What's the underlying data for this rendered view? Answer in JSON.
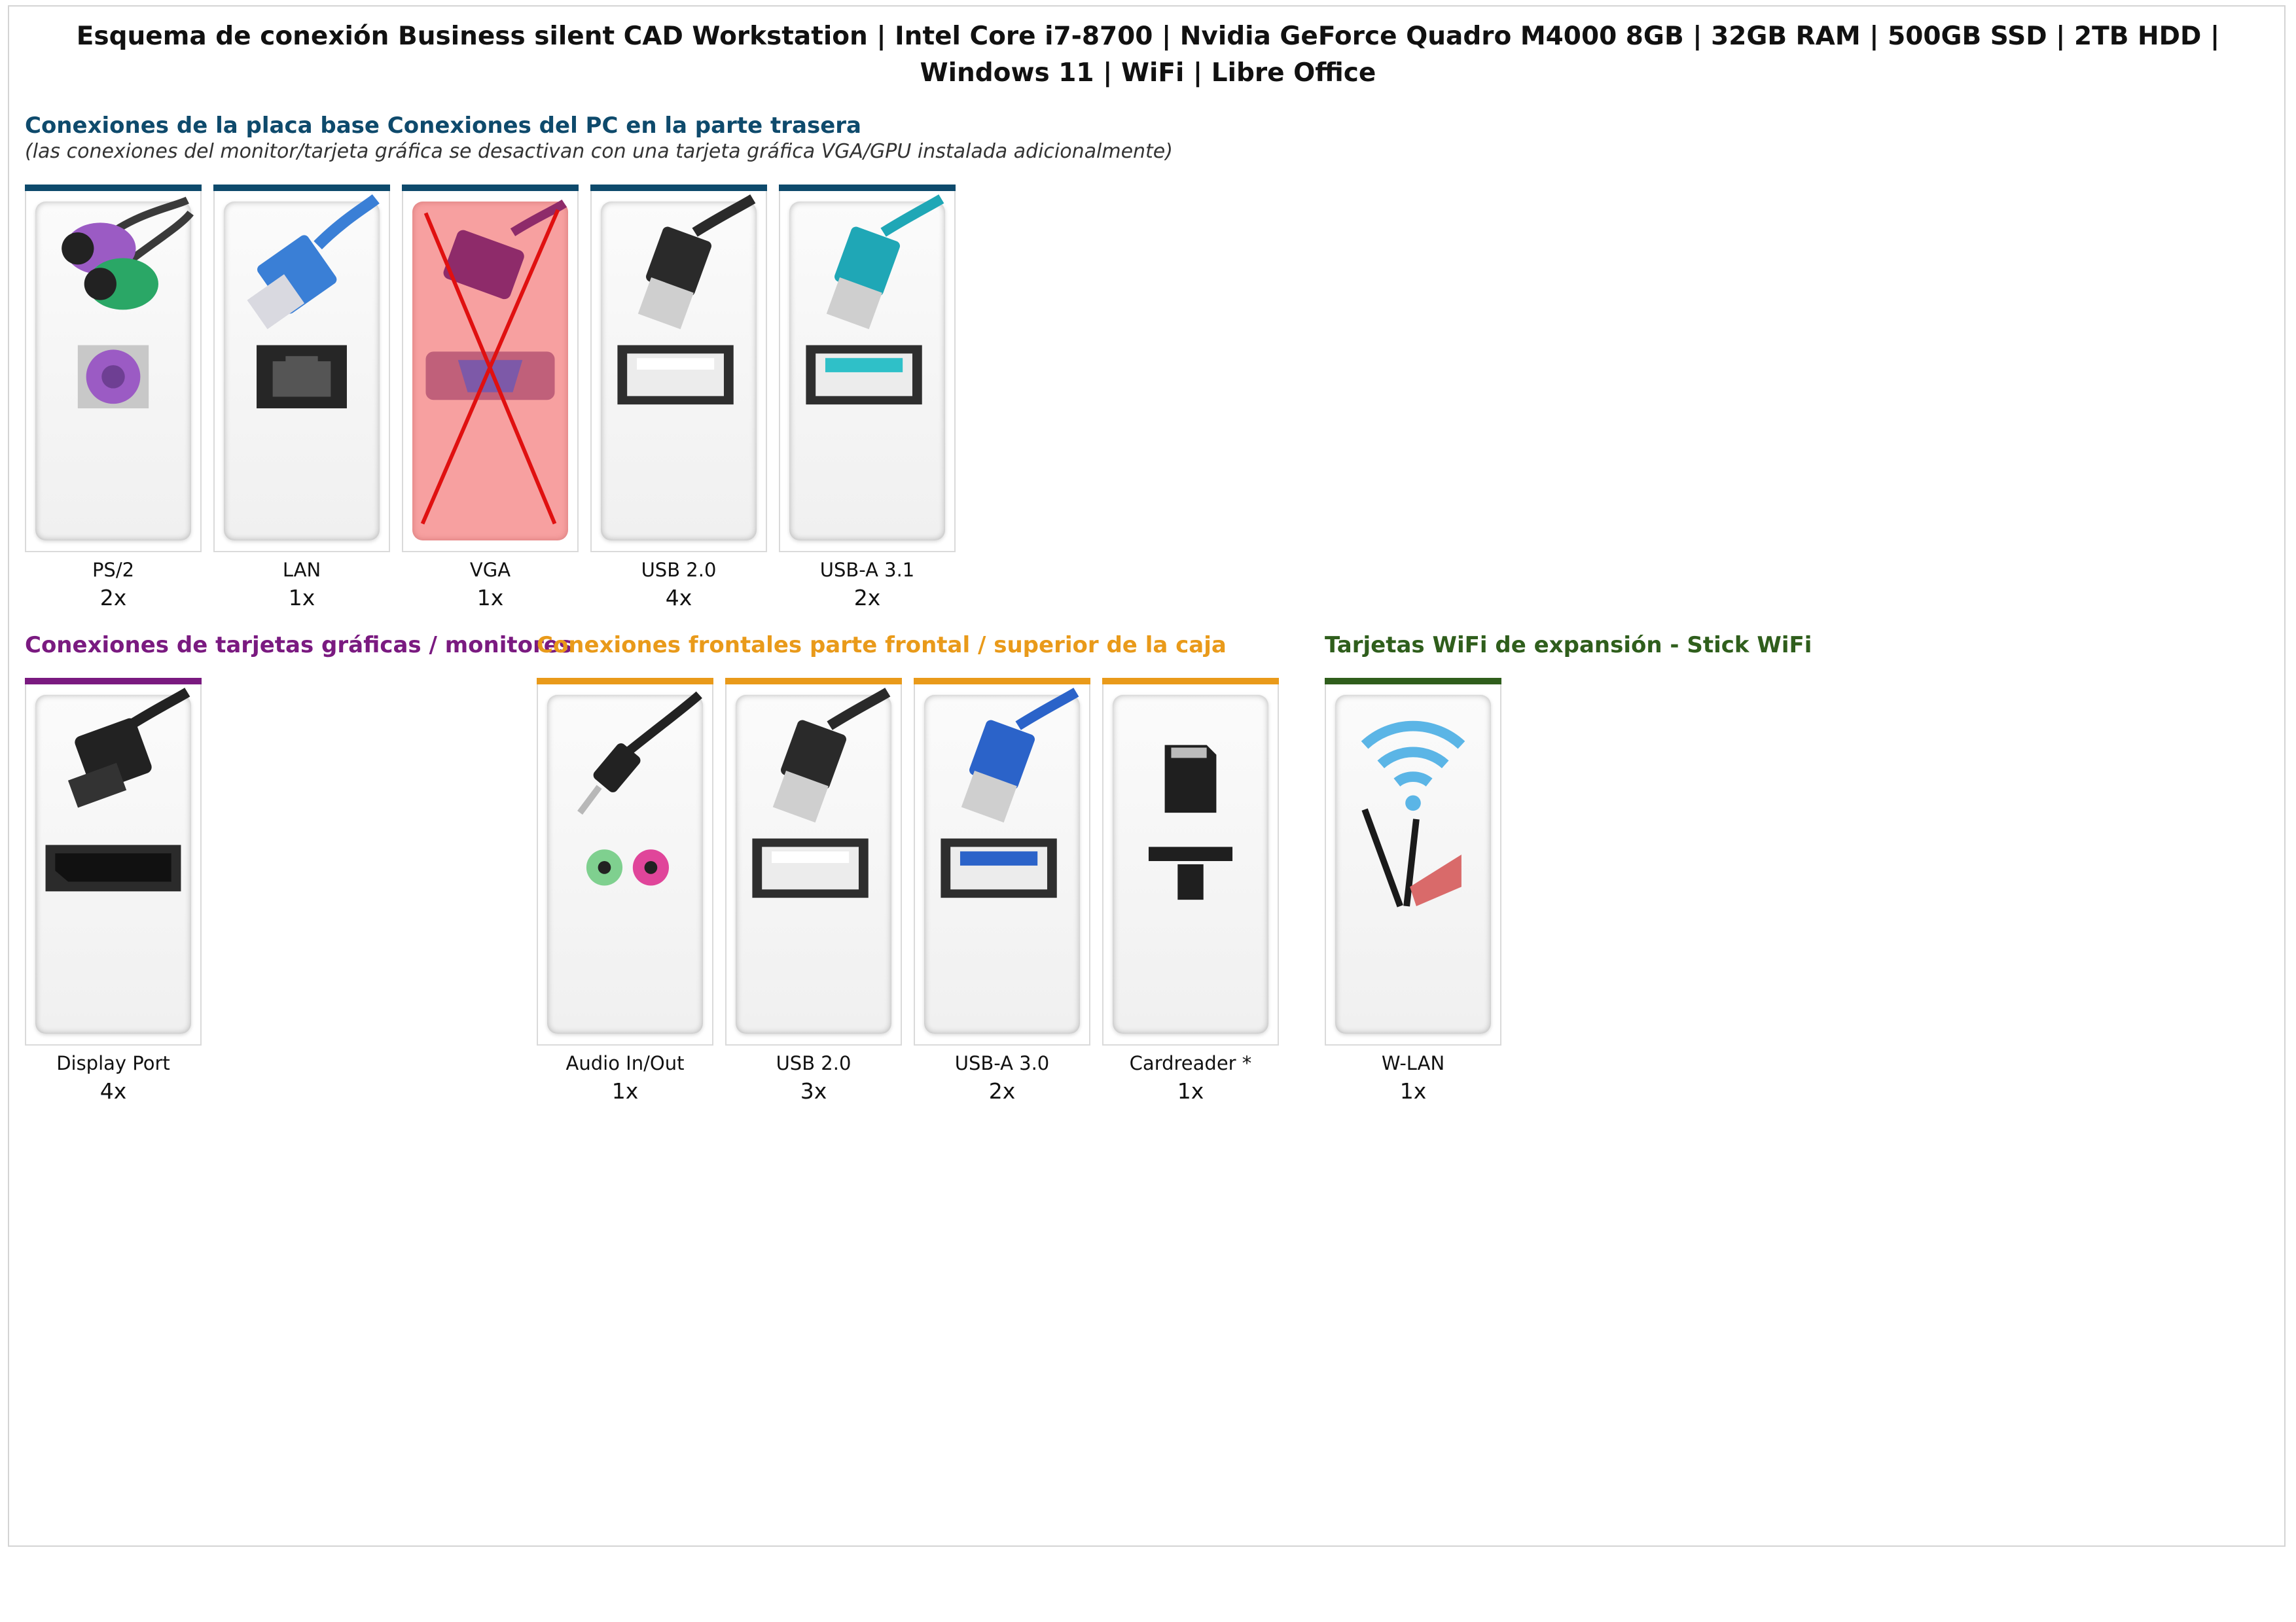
{
  "title": "Esquema de conexión Business silent CAD Workstation | Intel Core i7-8700 | Nvidia GeForce Quadro M4000 8GB | 32GB RAM | 500GB SSD | 2TB HDD | Windows 11 | WiFi | Libre Office",
  "sections": {
    "motherboard": {
      "title": "Conexiones de la placa base Conexiones del PC en la parte trasera",
      "note": "(las conexiones del monitor/tarjeta gráfica se desactivan con una tarjeta gráfica VGA/GPU instalada adicionalmente)",
      "accent": "#0e4a6c",
      "ports": [
        {
          "label": "PS/2",
          "count": "2x",
          "icon": "ps2-connector-icon"
        },
        {
          "label": "LAN",
          "count": "1x",
          "icon": "lan-connector-icon"
        },
        {
          "label": "VGA",
          "count": "1x",
          "icon": "vga-connector-icon",
          "disabled": true
        },
        {
          "label": "USB 2.0",
          "count": "4x",
          "icon": "usb-2-connector-icon"
        },
        {
          "label": "USB-A 3.1",
          "count": "2x",
          "icon": "usb-a-31-connector-icon"
        }
      ]
    },
    "gpu": {
      "title": "Conexiones de tarjetas gráficas / monitores",
      "accent": "#7a1a80",
      "ports": [
        {
          "label": "Display Port",
          "count": "4x",
          "icon": "displayport-connector-icon"
        }
      ]
    },
    "front": {
      "title": "Conexiones frontales parte frontal / superior de la caja",
      "accent": "#e99a1a",
      "ports": [
        {
          "label": "Audio In/Out",
          "count": "1x",
          "icon": "audio-jack-icon"
        },
        {
          "label": "USB 2.0",
          "count": "3x",
          "icon": "usb-2-connector-icon"
        },
        {
          "label": "USB-A 3.0",
          "count": "2x",
          "icon": "usb-a-30-connector-icon"
        },
        {
          "label": "Cardreader *",
          "count": "1x",
          "icon": "cardreader-icon"
        }
      ]
    },
    "wifi": {
      "title": "Tarjetas WiFi de expansión - Stick WiFi",
      "accent": "#2f5e1c",
      "ports": [
        {
          "label": "W-LAN",
          "count": "1x",
          "icon": "wifi-icon"
        }
      ]
    }
  }
}
